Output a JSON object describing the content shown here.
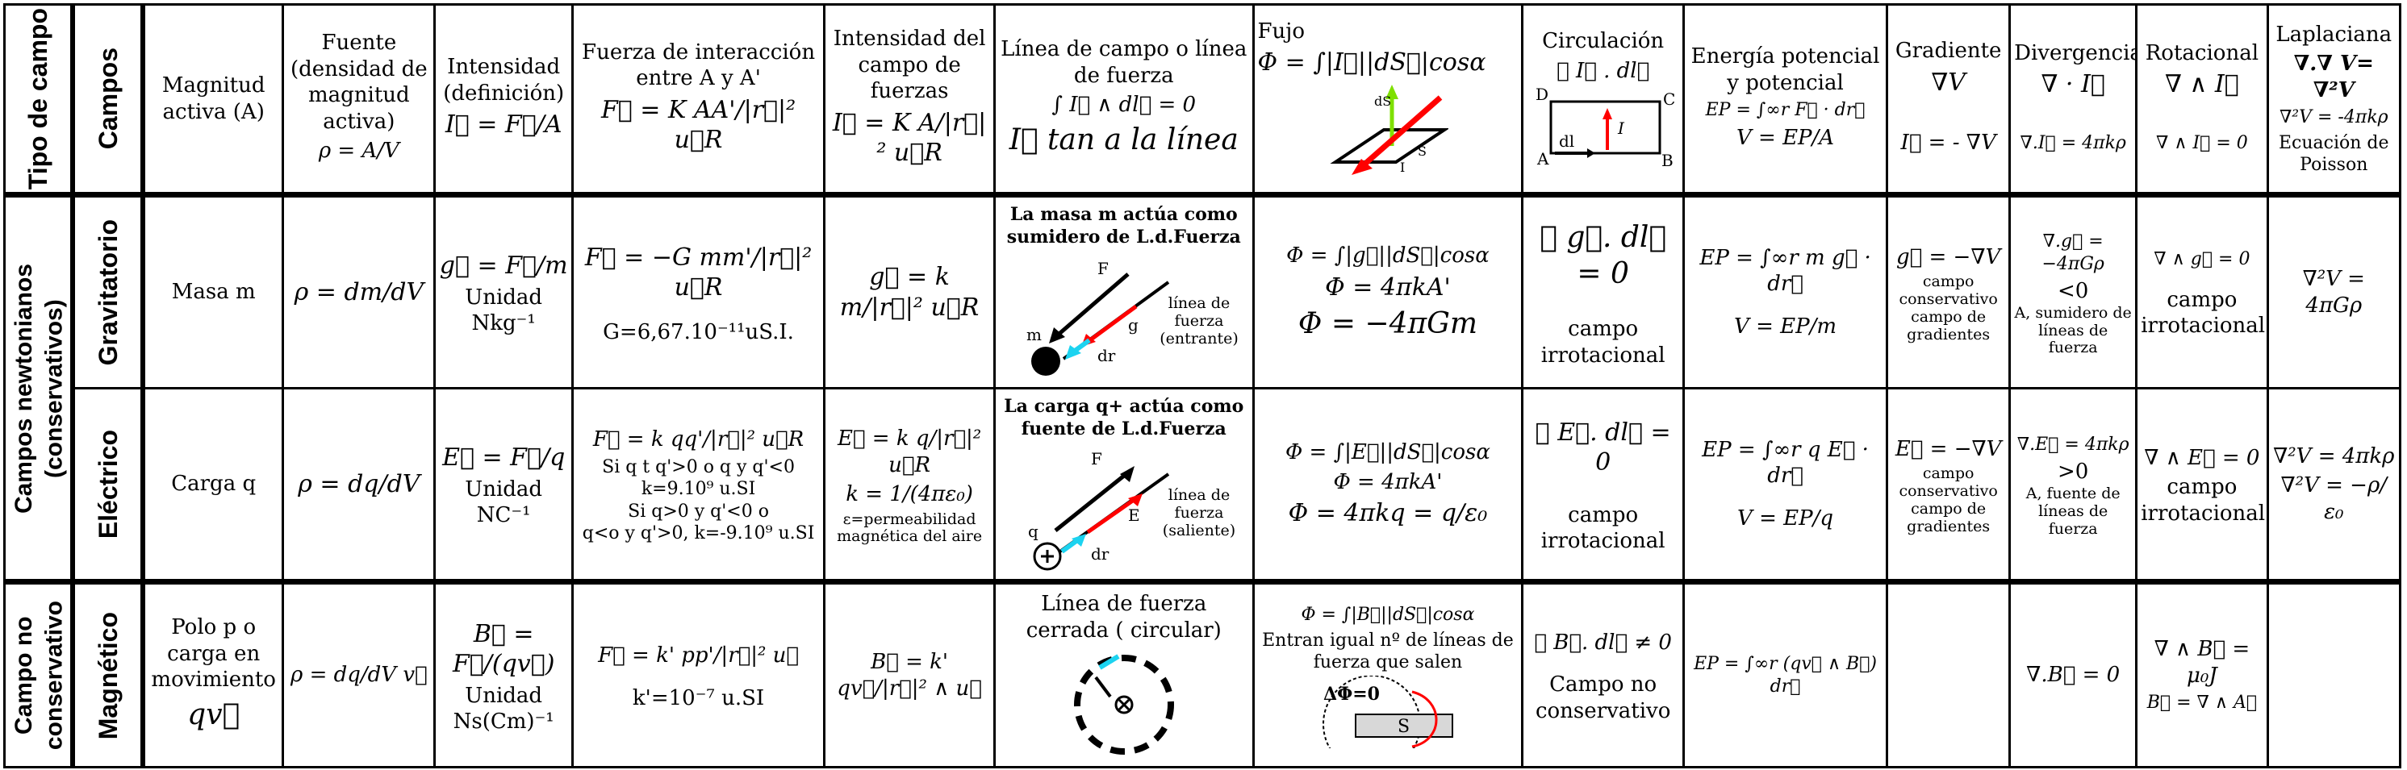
{
  "colors": {
    "accent_green": "#7ee000",
    "accent_red": "#ff0000",
    "accent_cyan": "#1cd3f0",
    "accent_black": "#000000"
  },
  "header": {
    "tipo_campo": "Tipo de campo",
    "campos": "Campos",
    "magnitud": "Magnitud activa (A)",
    "fuente": "Fuente (densidad de magnitud activa)",
    "fuente_f": "ρ = A/V",
    "intensidad": "Intensidad (definición)",
    "intensidad_f": "I⃗ = F⃗/A",
    "fuerza": "Fuerza de interacción entre A y A'",
    "fuerza_f": "F⃗ = K AA'/|r⃗|² u⃗R",
    "int_campo": "Intensidad del campo de fuerzas",
    "int_campo_f": "I⃗ = K A/|r⃗|² u⃗R",
    "linea": "Línea de campo o línea de fuerza",
    "linea_f1": "∫ I⃗ ∧ dl⃗ = 0",
    "linea_f2": "I⃗ tan a la línea",
    "flujo": "Fujo",
    "flujo_f": "Φ = ∫|I⃗||dS⃗|cosα",
    "flujo_ds": "dS",
    "flujo_s": "S",
    "flujo_i": "I",
    "circ": "Circulación",
    "circ_f": "∮ I⃗ . dl⃗",
    "circ_a": "A",
    "circ_b": "B",
    "circ_c": "C",
    "circ_d": "D",
    "circ_dl": "dl",
    "circ_i": "I",
    "energia": "Energía potencial y potencial",
    "energia_f1": "EP = ∫∞r F⃗ · dr⃗",
    "energia_f2": "V = EP/A",
    "gradiente": "Gradiente",
    "gradiente_f1": "∇V",
    "gradiente_f2": "I⃗ = - ∇V",
    "divergencia": "Divergencia",
    "divergencia_f1": "∇ · I⃗",
    "divergencia_f2": "∇.I⃗ = 4πkρ",
    "rotacional": "Rotacional",
    "rotacional_f1": "∇ ∧ I⃗",
    "rotacional_f2": "∇ ∧ I⃗ = 0",
    "laplaciana": "Laplaciana",
    "laplaciana_f1": "∇.∇ V= ∇²V",
    "laplaciana_f2": "∇²V = -4πkρ",
    "laplaciana_f3": "Ecuación de Poisson"
  },
  "groups": {
    "newtonianos": "Campos newtonianos\n(conservativos)",
    "no_conservativo": "Campo no\nconservativo"
  },
  "gravitatorio": {
    "campo": "Gravitatorio",
    "magnitud": "Masa m",
    "fuente": "ρ = dm/dV",
    "intensidad": "g⃗ = F⃗/m",
    "unidad": "Unidad Nkg⁻¹",
    "fuerza": "F⃗ = −G mm'/|r⃗|² u⃗R",
    "constante": "G=6,67.10⁻¹¹uS.I.",
    "int_campo": "g⃗ = k m/|r⃗|² u⃗R",
    "linea_title": "La masa m actúa como sumidero de L.d.Fuerza",
    "linea_f": "F",
    "linea_g": "g",
    "linea_dr": "dr",
    "linea_m": "m",
    "linea_label": "línea de fuerza (entrante)",
    "flujo1": "Φ = ∫|g⃗||dS⃗|cosα",
    "flujo2": "Φ = 4πkA'",
    "flujo3": "Φ = −4πGm",
    "circ": "∮ g⃗. dl⃗ = 0",
    "circ_label": "campo irrotacional",
    "energia1": "EP = ∫∞r m g⃗ · dr⃗",
    "energia2": "V = EP/m",
    "gradiente": "g⃗ = −∇V",
    "gradiente_label": "campo conservativo campo de gradientes",
    "divergencia": "∇.g⃗ = −4πGρ",
    "divergencia2": "<0",
    "divergencia_label": "A, sumidero de líneas de fuerza",
    "rotacional": "∇ ∧ g⃗ = 0",
    "rotacional_label": "campo irrotacional",
    "laplaciana": "∇²V = 4πGρ"
  },
  "electrico": {
    "campo": "Eléctrico",
    "magnitud": "Carga q",
    "fuente": "ρ = dq/dV",
    "intensidad": "E⃗ = F⃗/q",
    "unidad": "Unidad NC⁻¹",
    "fuerza": "F⃗ = k qq'/|r⃗|² u⃗R",
    "nota1": "Si q t q'>0 o q y q'<0",
    "nota2": "k=9.10⁹ u.SI",
    "nota3": "Si q>0 y q'<0 o",
    "nota4": "q<o y q'>0, k=-9.10⁹ u.SI",
    "int_campo": "E⃗ = k q/|r⃗|² u⃗R",
    "k_def": "k = 1/(4πε₀)",
    "permeabilidad": "ε=permeabilidad magnética del aire",
    "linea_title": "La carga q+ actúa como fuente de L.d.Fuerza",
    "linea_f": "F",
    "linea_e": "E",
    "linea_dr": "dr",
    "linea_q": "q",
    "linea_label": "línea de fuerza (saliente)",
    "flujo1": "Φ = ∫|E⃗||dS⃗|cosα",
    "flujo2": "Φ = 4πkA'",
    "flujo3": "Φ = 4πkq = q/ε₀",
    "circ": "∮ E⃗. dl⃗ = 0",
    "circ_label": "campo irrotacional",
    "energia1": "EP = ∫∞r q E⃗ · dr⃗",
    "energia2": "V = EP/q",
    "gradiente": "E⃗ = −∇V",
    "gradiente_label": "campo conservativo campo de gradientes",
    "divergencia": "∇.E⃗ = 4πkρ",
    "divergencia2": ">0",
    "divergencia_label": "A, fuente de líneas de fuerza",
    "rotacional": "∇ ∧ E⃗ = 0",
    "rotacional_label": "campo irrotacional",
    "laplaciana1": "∇²V = 4πkρ",
    "laplaciana2": "∇²V = −ρ/ε₀"
  },
  "magnetico": {
    "campo": "Magnético",
    "magnitud": "Polo p o carga en movimiento",
    "magnitud2": "qv⃗",
    "fuente": "ρ = dq/dV v⃗",
    "intensidad": "B⃗ = F⃗/(qv⃗)",
    "unidad": "Unidad Ns(Cm)⁻¹",
    "fuerza": "F⃗ = k' pp'/|r⃗|² u⃗",
    "constante": "k'=10⁻⁷ u.SI",
    "int_campo": "B⃗ = k' qv⃗/|r⃗|² ∧ u⃗",
    "linea_title": "Línea de fuerza cerrada ( circular)",
    "flujo1": "Φ = ∫|B⃗||dS⃗|cosα",
    "flujo_text": "Entran igual nº de líneas de fuerza que salen",
    "flujo_delta": "ΔΦ=0",
    "flujo_s": "S",
    "circ": "∮ B⃗. dl⃗ ≠ 0",
    "circ_label": "Campo no conservativo",
    "energia": "EP = ∫∞r (qv⃗ ∧ B⃗) dr⃗",
    "gradiente": "",
    "divergencia": "∇.B⃗ = 0",
    "rotacional1": "∇ ∧ B⃗ = μ₀J",
    "rotacional2": "B⃗ = ∇ ∧ A⃗",
    "laplaciana": ""
  }
}
